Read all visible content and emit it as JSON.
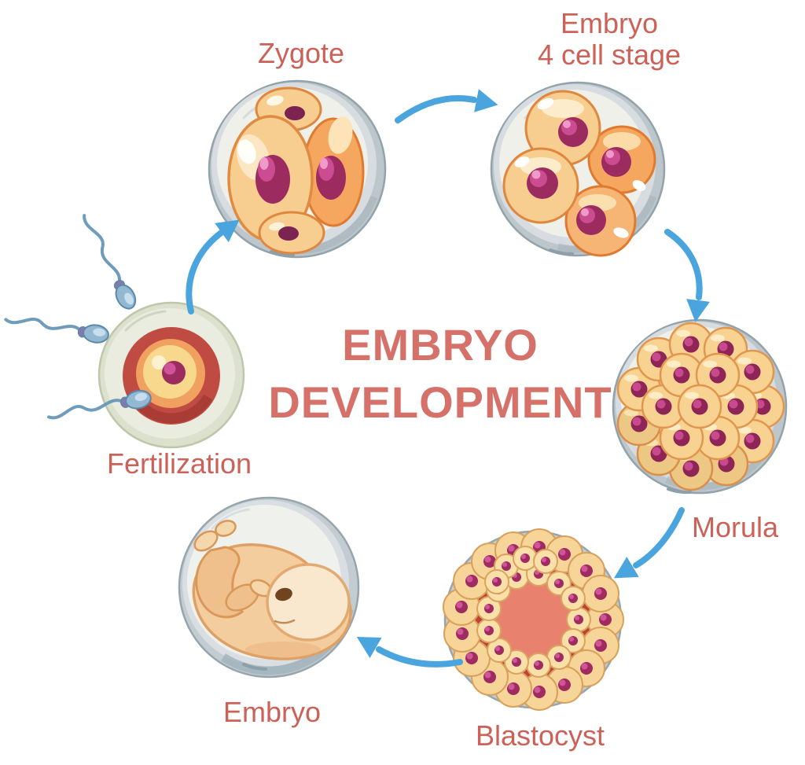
{
  "diagram": {
    "type": "cycle-diagram",
    "title": "EMBRYO DEVELOPMENT",
    "stages": [
      {
        "id": "fertilization",
        "label": "Fertilization"
      },
      {
        "id": "zygote",
        "label": "Zygote"
      },
      {
        "id": "embryo-4-cell",
        "label_line1": "Embryo",
        "label_line2": "4 cell stage"
      },
      {
        "id": "morula",
        "label": "Morula"
      },
      {
        "id": "blastocyst",
        "label": "Blastocyst"
      },
      {
        "id": "embryo",
        "label": "Embryo"
      }
    ],
    "arrows": [
      {
        "from": "fertilization",
        "to": "zygote"
      },
      {
        "from": "zygote",
        "to": "embryo-4-cell"
      },
      {
        "from": "embryo-4-cell",
        "to": "morula"
      },
      {
        "from": "morula",
        "to": "blastocyst"
      },
      {
        "from": "blastocyst",
        "to": "embryo"
      }
    ],
    "colors": {
      "background": "#ffffff",
      "label_text": "#cb6157",
      "title_text": "#d6716a",
      "arrow_blue": "#4aa5de",
      "shell_gray": "#c3ccd0",
      "shell_interior": "#eef0e9",
      "cell_peach": "#f8cd90",
      "cell_orange": "#f5a75f",
      "cell_outline": "#e0873f",
      "nucleus_magenta": "#9c2b60",
      "nucleus_highlight": "#cb4c90",
      "egg_ring_red": "#c04b43",
      "egg_center_yellow": "#f8d88d",
      "blastocyst_cavity": "#e8826e",
      "sperm_blue": "#92b8d2",
      "fetus_skin": "#f9e8cd"
    }
  }
}
